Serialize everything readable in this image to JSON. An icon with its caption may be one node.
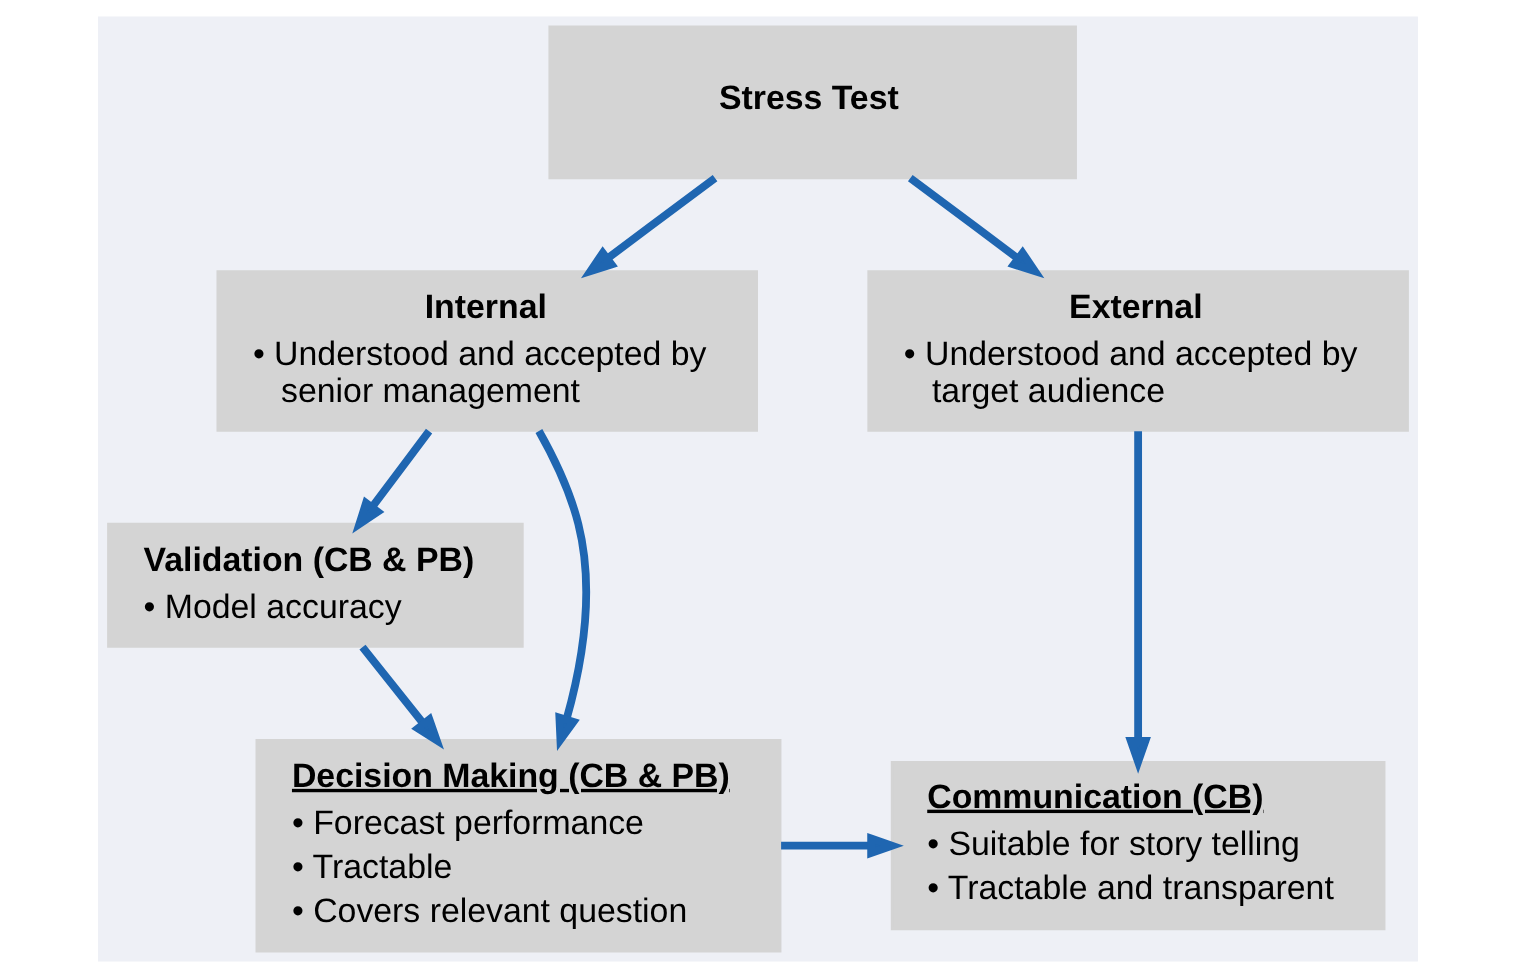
{
  "diagram": {
    "nodes": [
      {
        "text": [
          "Stress Test"
        ]
      },
      {
        "text": [
          "Internal",
          "• Understood and accepted by senior management"
        ]
      },
      {
        "text": [
          "External",
          "• Understood and accepted by target audience"
        ]
      },
      {
        "text": [
          "Validation (CB & PB)",
          "• Model accuracy"
        ]
      },
      {
        "text": [
          "Decision Making (CB & PB)",
          "• Forecast performance",
          "• Tractable",
          "• Covers relevant question"
        ]
      },
      {
        "text": [
          "Communication (CB)",
          "• Suitable for story telling",
          "• Tractable and transparent"
        ]
      }
    ],
    "edges": [
      {
        "from": 0,
        "to": 1,
        "arrow": "to"
      },
      {
        "from": 0,
        "to": 2,
        "arrow": "to"
      },
      {
        "from": 1,
        "to": 3,
        "arrow": "to"
      },
      {
        "from": 1,
        "to": 4,
        "arrow": "to"
      },
      {
        "from": 2,
        "to": 5,
        "arrow": "to"
      },
      {
        "from": 3,
        "to": 4,
        "arrow": "to"
      },
      {
        "from": 4,
        "to": 5,
        "arrow": "to"
      }
    ]
  }
}
